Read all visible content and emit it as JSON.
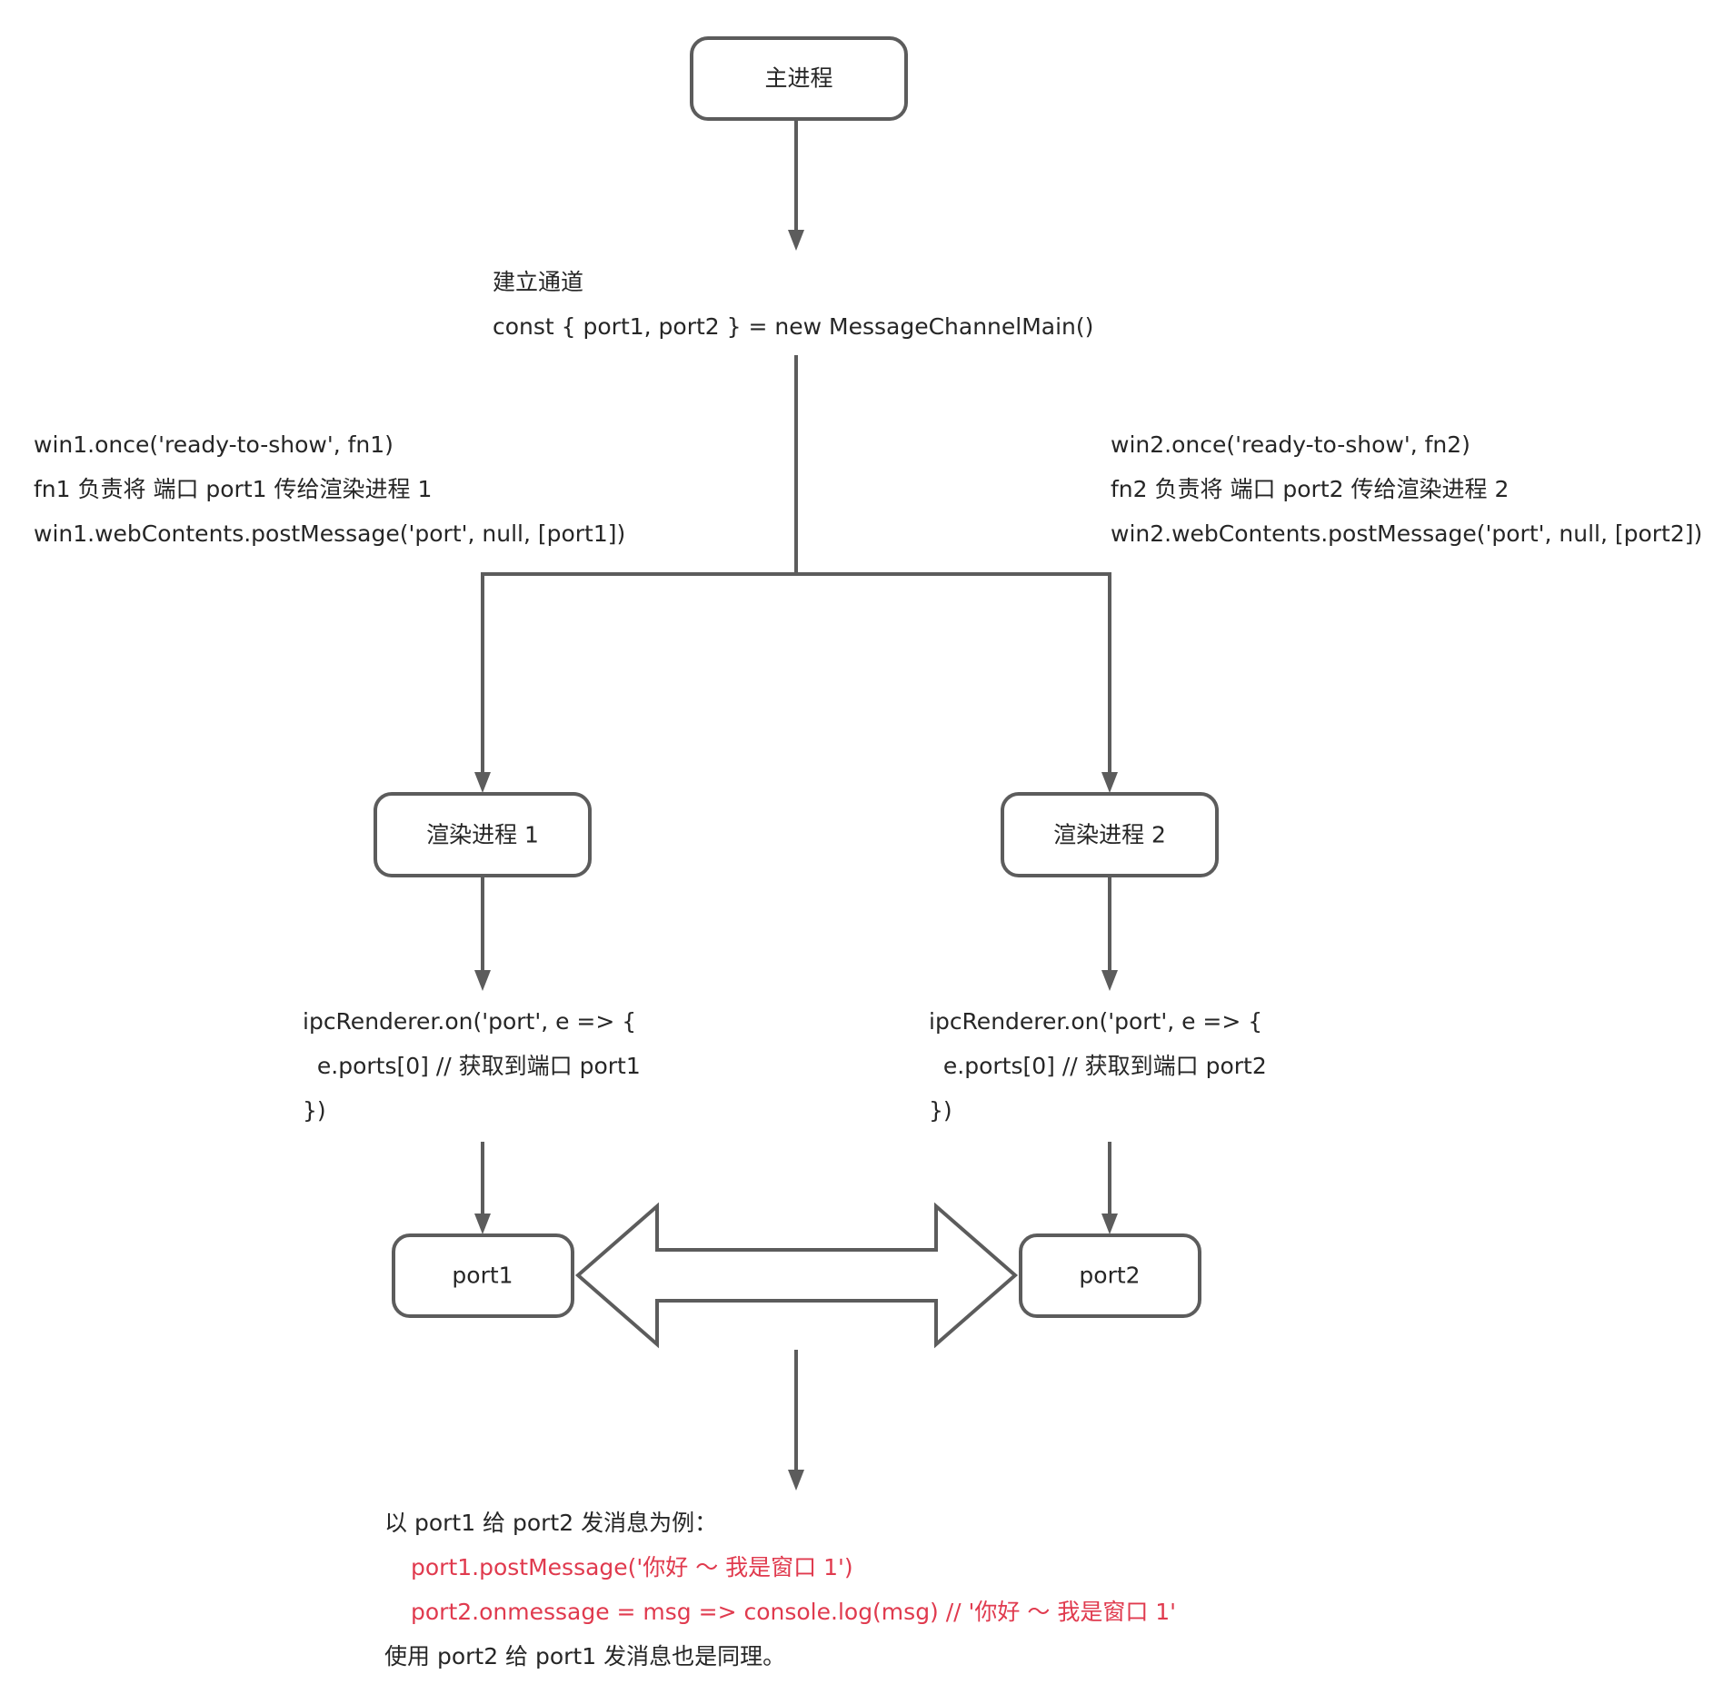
{
  "colors": {
    "stroke": "#5C5C5C",
    "text": "#262626",
    "highlight": "#E03A4E"
  },
  "nodes": {
    "main_process": "主进程",
    "renderer1": "渲染进程 1",
    "renderer2": "渲染进程 2",
    "port1": "port1",
    "port2": "port2"
  },
  "channel": {
    "title": "建立通道",
    "code": "const { port1, port2 } = new MessageChannelMain()"
  },
  "left_branch": {
    "lines": [
      "win1.once('ready-to-show', fn1)",
      "fn1 负责将 端口 port1 传给渲染进程 1",
      "win1.webContents.postMessage('port', null, [port1])"
    ]
  },
  "right_branch": {
    "lines": [
      "win2.once('ready-to-show', fn2)",
      "fn2 负责将 端口 port2 传给渲染进程 2",
      "win2.webContents.postMessage('port', null, [port2])"
    ]
  },
  "renderer1_code": {
    "lines": [
      "ipcRenderer.on('port', e => {",
      "  e.ports[0] // 获取到端口 port1",
      "})"
    ]
  },
  "renderer2_code": {
    "lines": [
      "ipcRenderer.on('port', e => {",
      "  e.ports[0] // 获取到端口 port2",
      "})"
    ]
  },
  "example": {
    "intro": "以 port1 给 port2 发消息为例：",
    "code": [
      "port1.postMessage('你好 ～ 我是窗口 1')",
      "port2.onmessage = msg => console.log(msg) // '你好 ～ 我是窗口 1'"
    ],
    "outro": "使用 port2 给 port1 发消息也是同理。"
  }
}
